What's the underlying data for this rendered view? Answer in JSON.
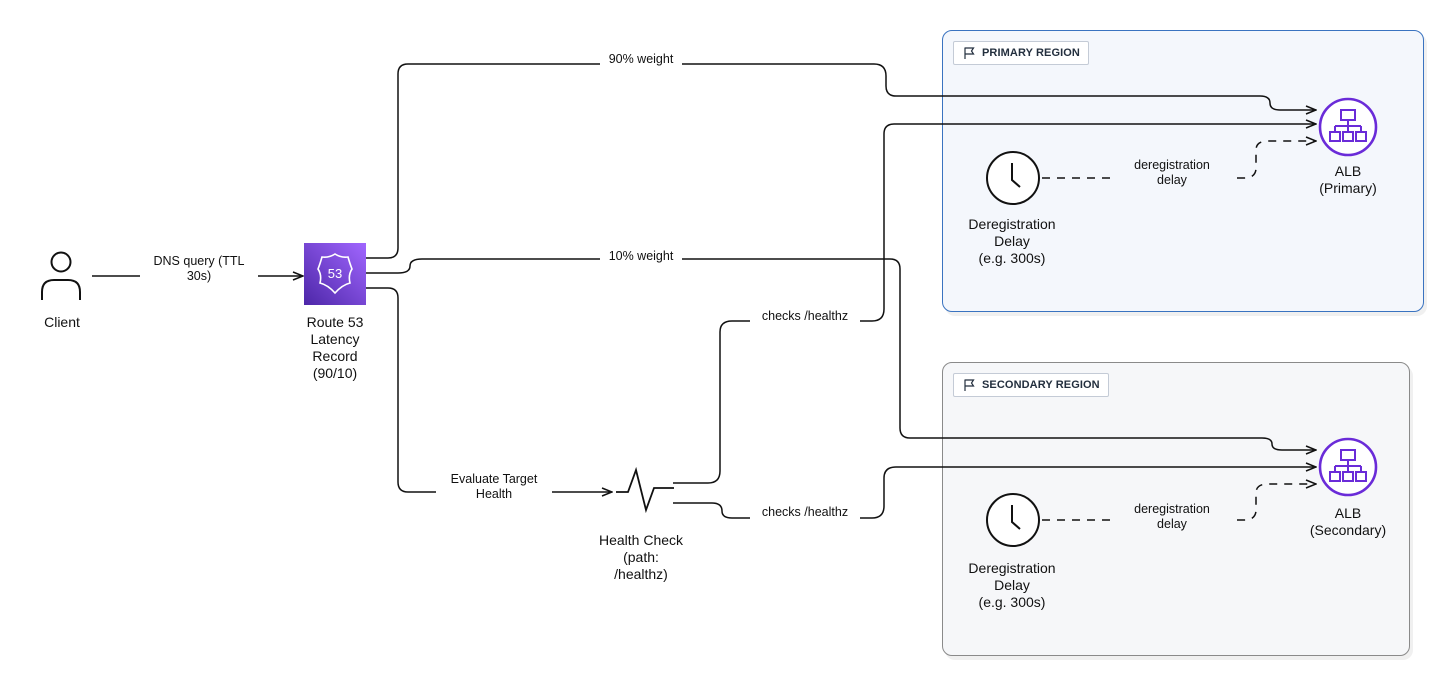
{
  "regions": {
    "primary": {
      "label": "PRIMARY REGION",
      "border_color": "#3a73c0"
    },
    "secondary": {
      "label": "SECONDARY REGION",
      "border_color": "#8a8a8a"
    }
  },
  "nodes": {
    "client": {
      "label": "Client"
    },
    "route53": {
      "label": "Route 53\nLatency\nRecord\n(90/10)",
      "badge": "53",
      "color": "#7b3ee0"
    },
    "health_check": {
      "label": "Health Check\n(path:\n/healthz)"
    },
    "alb_primary": {
      "label": "ALB\n(Primary)",
      "color": "#6a2bd8"
    },
    "alb_secondary": {
      "label": "ALB\n(Secondary)",
      "color": "#6a2bd8"
    },
    "dereg_primary": {
      "label": "Deregistration\nDelay\n(e.g. 300s)"
    },
    "dereg_secondary": {
      "label": "Deregistration\nDelay\n(e.g. 300s)"
    }
  },
  "edges": {
    "dns_query": "DNS query (TTL\n30s)",
    "weight_90": "90% weight",
    "weight_10": "10% weight",
    "evaluate_health": "Evaluate Target\nHealth",
    "checks_primary": "checks /healthz",
    "checks_secondary": "checks /healthz",
    "dereg_delay_primary": "deregistration\ndelay",
    "dereg_delay_secondary": "deregistration\ndelay"
  },
  "icons": {
    "region": "flag-icon",
    "client": "user-icon",
    "route53": "route53-shield-icon",
    "health_check": "heartbeat-icon",
    "alb": "load-balancer-icon",
    "dereg": "clock-icon"
  }
}
